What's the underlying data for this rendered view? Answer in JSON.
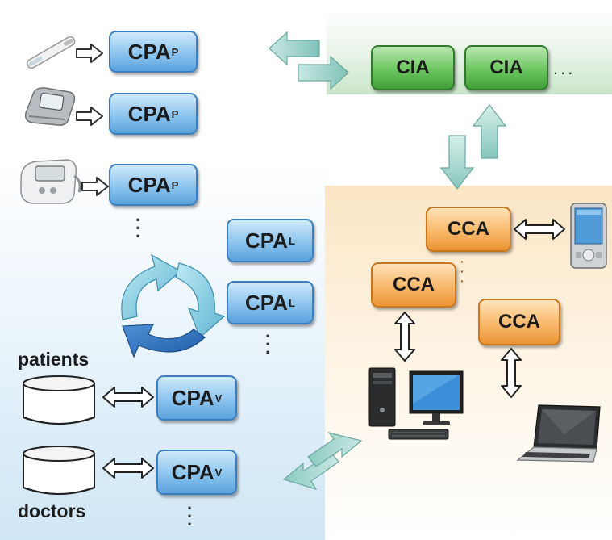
{
  "nodes": {
    "cpa_prefix": "CPA",
    "cpa_p_sub": "P",
    "cpa_l_sub": "L",
    "cpa_v_sub": "V",
    "cia": "CIA",
    "cca": "CCA"
  },
  "labels": {
    "patients": "patients",
    "doctors": "doctors"
  },
  "ellipsis": "...",
  "colors": {
    "cpa": "#6aaee3",
    "cia": "#5cba50",
    "cca": "#f3a54d",
    "blue_zone": "#dcecf8",
    "green_zone": "#dbeedb",
    "orange_zone": "#fbe6c4"
  }
}
